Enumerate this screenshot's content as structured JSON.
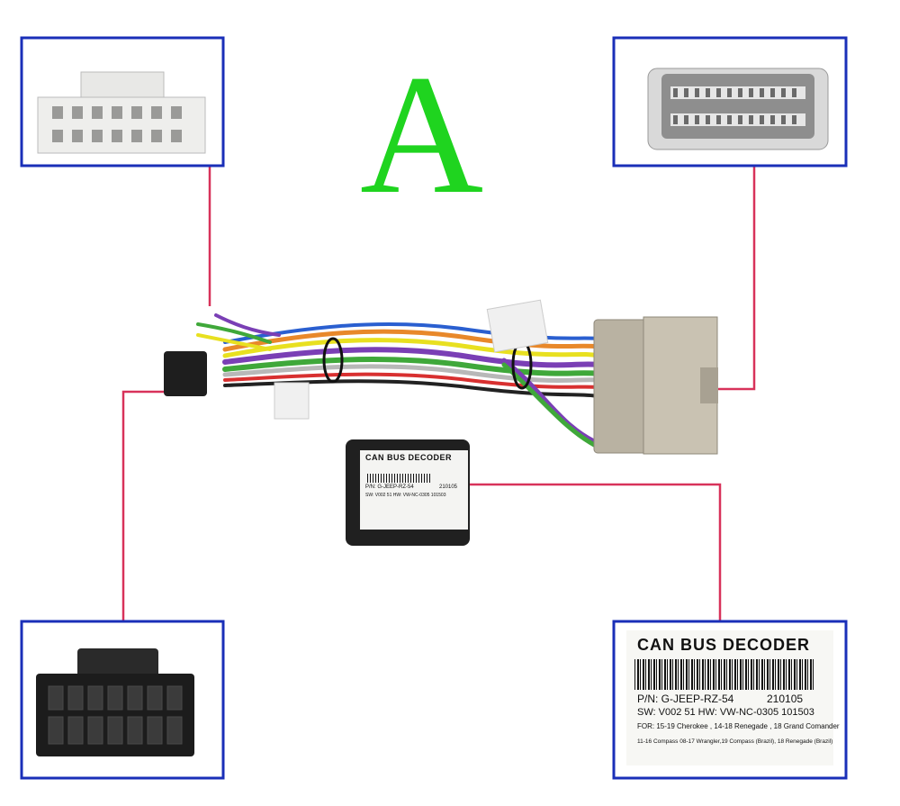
{
  "figure": {
    "letter": "A",
    "decoder_label": {
      "title": "CAN BUS DECODER",
      "part_number": "P/N: G-JEEP-RZ-54",
      "date_code": "210105",
      "sw_hw": "SW: V002 51 HW: VW-NC-0305 101503",
      "for_line1": "FOR: 15-19 Cherokee , 14-18 Renegade , 18 Grand Comander",
      "for_line2": "11-16 Compass 08-17 Wrangler,19 Compass (Brazil), 18 Renegade (Brazil)"
    },
    "small_decoder_label": {
      "title": "CAN BUS DECODER",
      "part_number": "P/N: G-JEEP-RZ-54",
      "date_code": "210105",
      "sw_hw": "SW: V002 51 HW: VW-NC-0305 101503"
    },
    "colors": {
      "frame_blue": "#1a2fb8",
      "leader_red": "#d8325a",
      "letter_green": "#1fd41f"
    }
  }
}
